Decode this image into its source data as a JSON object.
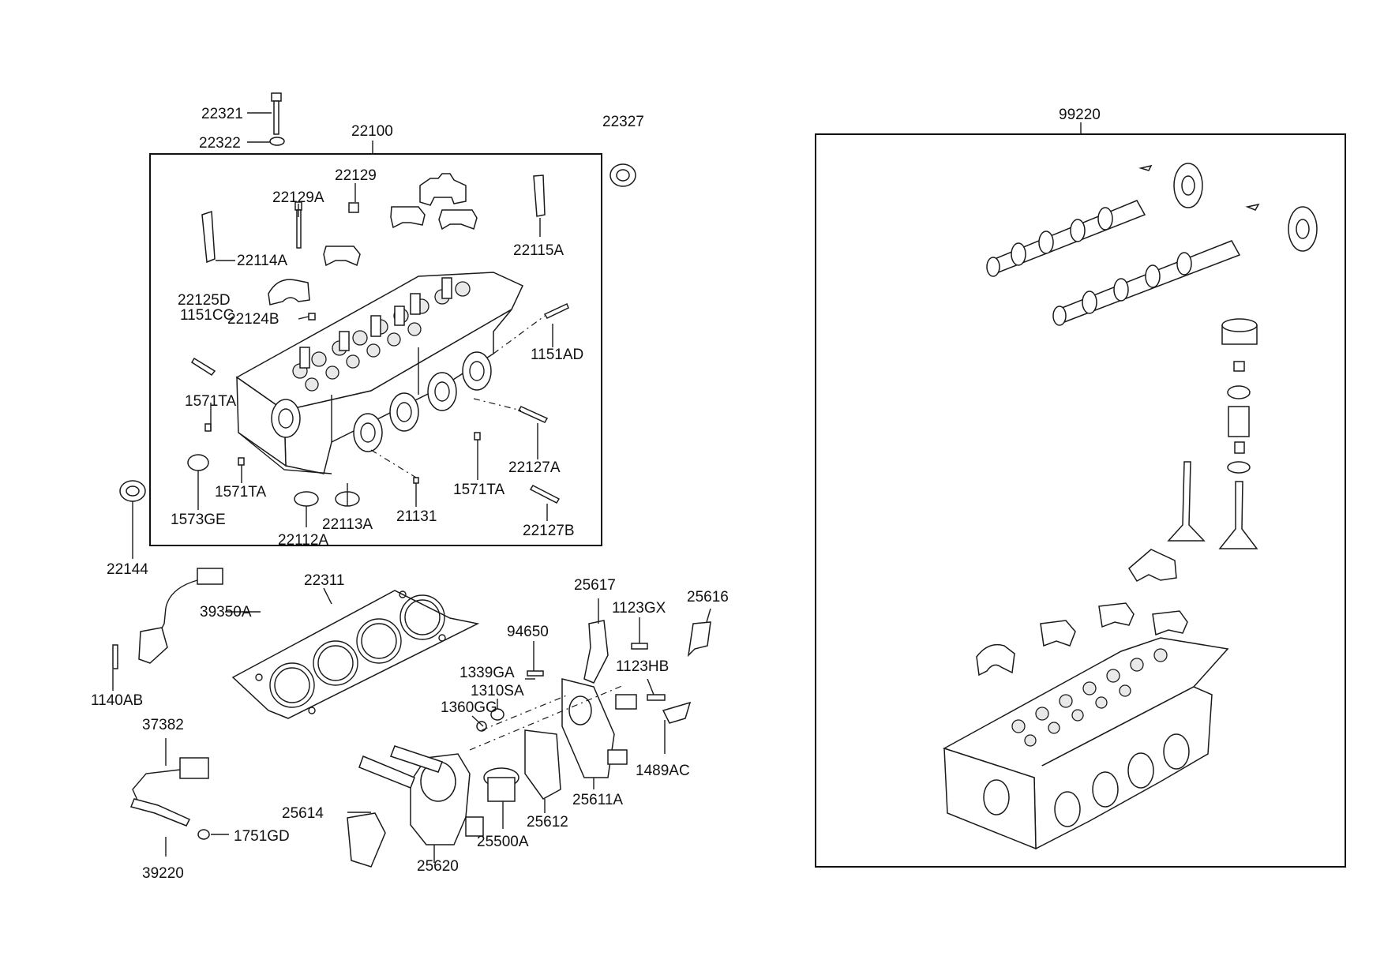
{
  "labels": {
    "l22321": "22321",
    "l22322": "22322",
    "l22100": "22100",
    "l22327": "22327",
    "l22129": "22129",
    "l22129A": "22129A",
    "l22114A": "22114A",
    "l22115A": "22115A",
    "l22125D": "22125D",
    "l1151CC": "1151CC",
    "l22124B": "22124B",
    "l1151AD": "1151AD",
    "l1571TA_a": "1571TA",
    "l1571TA_b": "1571TA",
    "l1571TA_c": "1571TA",
    "l22127A": "22127A",
    "l1573GE": "1573GE",
    "l22112A": "22112A",
    "l22113A": "22113A",
    "l21131": "21131",
    "l22127B": "22127B",
    "l22144": "22144",
    "l39350A": "39350A",
    "l1140AB": "1140AB",
    "l22311": "22311",
    "l25617": "25617",
    "l25616": "25616",
    "l1123GX": "1123GX",
    "l94650": "94650",
    "l1339GA": "1339GA",
    "l1123HB": "1123HB",
    "l1310SA": "1310SA",
    "l1360GG": "1360GG",
    "l1489AC": "1489AC",
    "l37382": "37382",
    "l39220": "39220",
    "l1751GD": "1751GD",
    "l25614": "25614",
    "l25620": "25620",
    "l25500A": "25500A",
    "l25612": "25612",
    "l25611A": "25611A",
    "l99220": "99220"
  }
}
